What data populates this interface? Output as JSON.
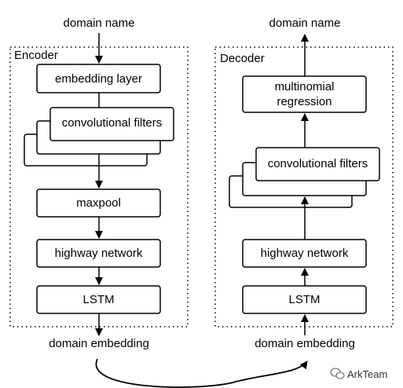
{
  "encoder": {
    "title": "Encoder",
    "input_label": "domain name",
    "output_label": "domain embedding",
    "layers": [
      "embedding layer",
      "convolutional filters",
      "maxpool",
      "highway network",
      "LSTM"
    ]
  },
  "decoder": {
    "title": "Decoder",
    "output_label": "domain name",
    "input_label": "domain embedding",
    "layers": [
      "multinomial regression",
      "convolutional filters",
      "highway network",
      "LSTM"
    ]
  },
  "watermark": "ArkTeam",
  "colors": {
    "stroke": "#000000",
    "background": "#ffffff"
  }
}
